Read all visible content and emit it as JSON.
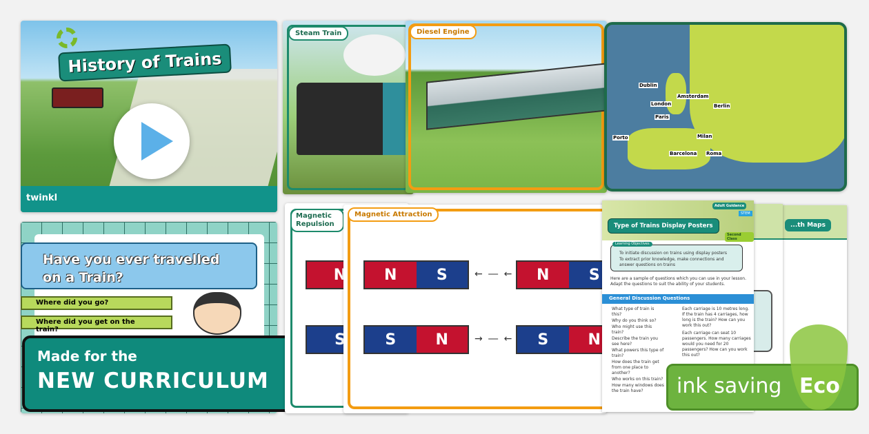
{
  "slides": {
    "history": {
      "title": "History of Trains",
      "logo": "twinkl"
    },
    "question": {
      "title": "Have you ever travelled on a Train?",
      "answers": [
        "Where did you go?",
        "Where did you get on the train?"
      ]
    },
    "steam": {
      "label": "Steam Train"
    },
    "diesel": {
      "label": "Diesel Engine"
    },
    "map": {
      "cities": [
        "Dublin",
        "London",
        "Amsterdam",
        "Berlin",
        "Paris",
        "Porto",
        "Milan",
        "Barcelona",
        "Roma"
      ]
    },
    "repulsion": {
      "label": "Magnetic Repulsion"
    },
    "attraction": {
      "label": "Magnetic Attraction"
    },
    "magnets": {
      "n": "N",
      "s": "S"
    }
  },
  "document": {
    "title": "Type of Trains Display Posters",
    "badges": [
      "Adult Guidance",
      "STEM",
      "Second Class"
    ],
    "objectives_label": "Learning Objectives",
    "objectives": [
      "To initiate discussion on trains using display posters",
      "To extract prior knowledge, make connections and answer questions on trains"
    ],
    "intro": "Here are a sample of questions which you can use in your lesson. Adapt the questions to suit the ability of your students.",
    "section": "General Discussion Questions",
    "questions_left": [
      "What type of train is this?",
      "Why do you think so?",
      "Who might use this train?",
      "Describe the train you see here?",
      "What powers this type of train?",
      "How does the train get from one place to another?",
      "Who works on this train?",
      "How many windows does the train have?"
    ],
    "questions_right": [
      "Each carriage is 10 metres long. If the train has 4 carriages, how long is the train? How can you work this out?",
      "Each carriage can seat 10 passengers. How many carriages would you need for 20 passengers? How can you work this out?"
    ],
    "back_title": "...th Maps"
  },
  "curriculum": {
    "line1": "Made for the",
    "line2": "NEW CURRICULUM"
  },
  "eco": {
    "text": "ink saving",
    "badge": "Eco"
  },
  "play": {
    "icon": "play-icon"
  },
  "colors": {
    "teal": "#0f8a7c",
    "orange": "#f39c12",
    "eco": "#6db33f",
    "play": "#5bb0e8"
  }
}
